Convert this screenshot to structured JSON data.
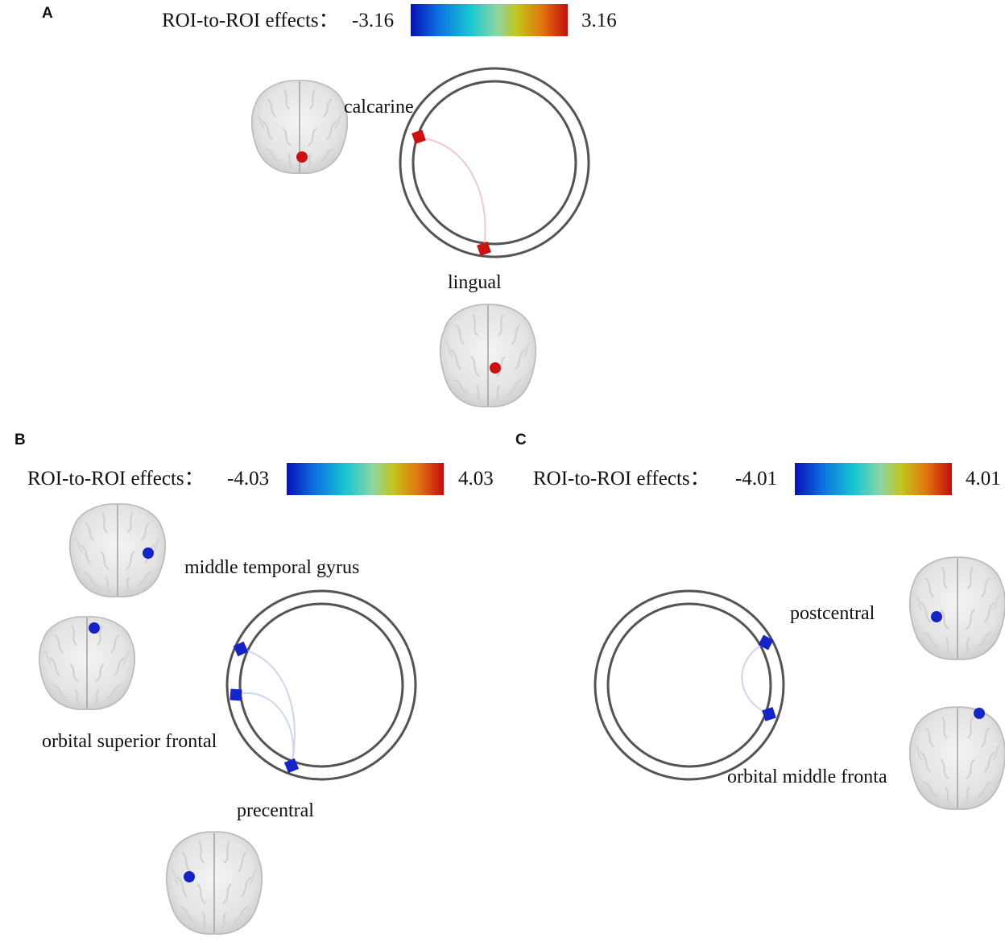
{
  "panels": {
    "A": {
      "label": "A",
      "colorbar": {
        "title": "ROI-to-ROI effects：",
        "min": "-3.16",
        "max": "3.16"
      },
      "rois": [
        {
          "name": "calcarine",
          "color": "#cc1111"
        },
        {
          "name": "lingual",
          "color": "#cc1111"
        }
      ],
      "connection_color": "#f2c8c8"
    },
    "B": {
      "label": "B",
      "colorbar": {
        "title": "ROI-to-ROI effects：",
        "min": "-4.03",
        "max": "4.03"
      },
      "rois": [
        {
          "name": "middle temporal gyrus",
          "color": "#1524c8"
        },
        {
          "name": "orbital superior frontal",
          "color": "#1524c8"
        },
        {
          "name": "precentral",
          "color": "#1524c8"
        }
      ],
      "connection_color": "#cdd6ef"
    },
    "C": {
      "label": "C",
      "colorbar": {
        "title": "ROI-to-ROI effects：",
        "min": "-4.01",
        "max": "4.01"
      },
      "rois": [
        {
          "name": "postcentral",
          "color": "#1524c8"
        },
        {
          "name": "orbital middle fronta",
          "color": "#1524c8"
        }
      ],
      "connection_color": "#cdd6ef"
    }
  },
  "colormap": [
    "#0a10b8",
    "#0a6ee0",
    "#18c7d2",
    "#8ed6a2",
    "#c4c41a",
    "#e2730e",
    "#c40d0d"
  ]
}
